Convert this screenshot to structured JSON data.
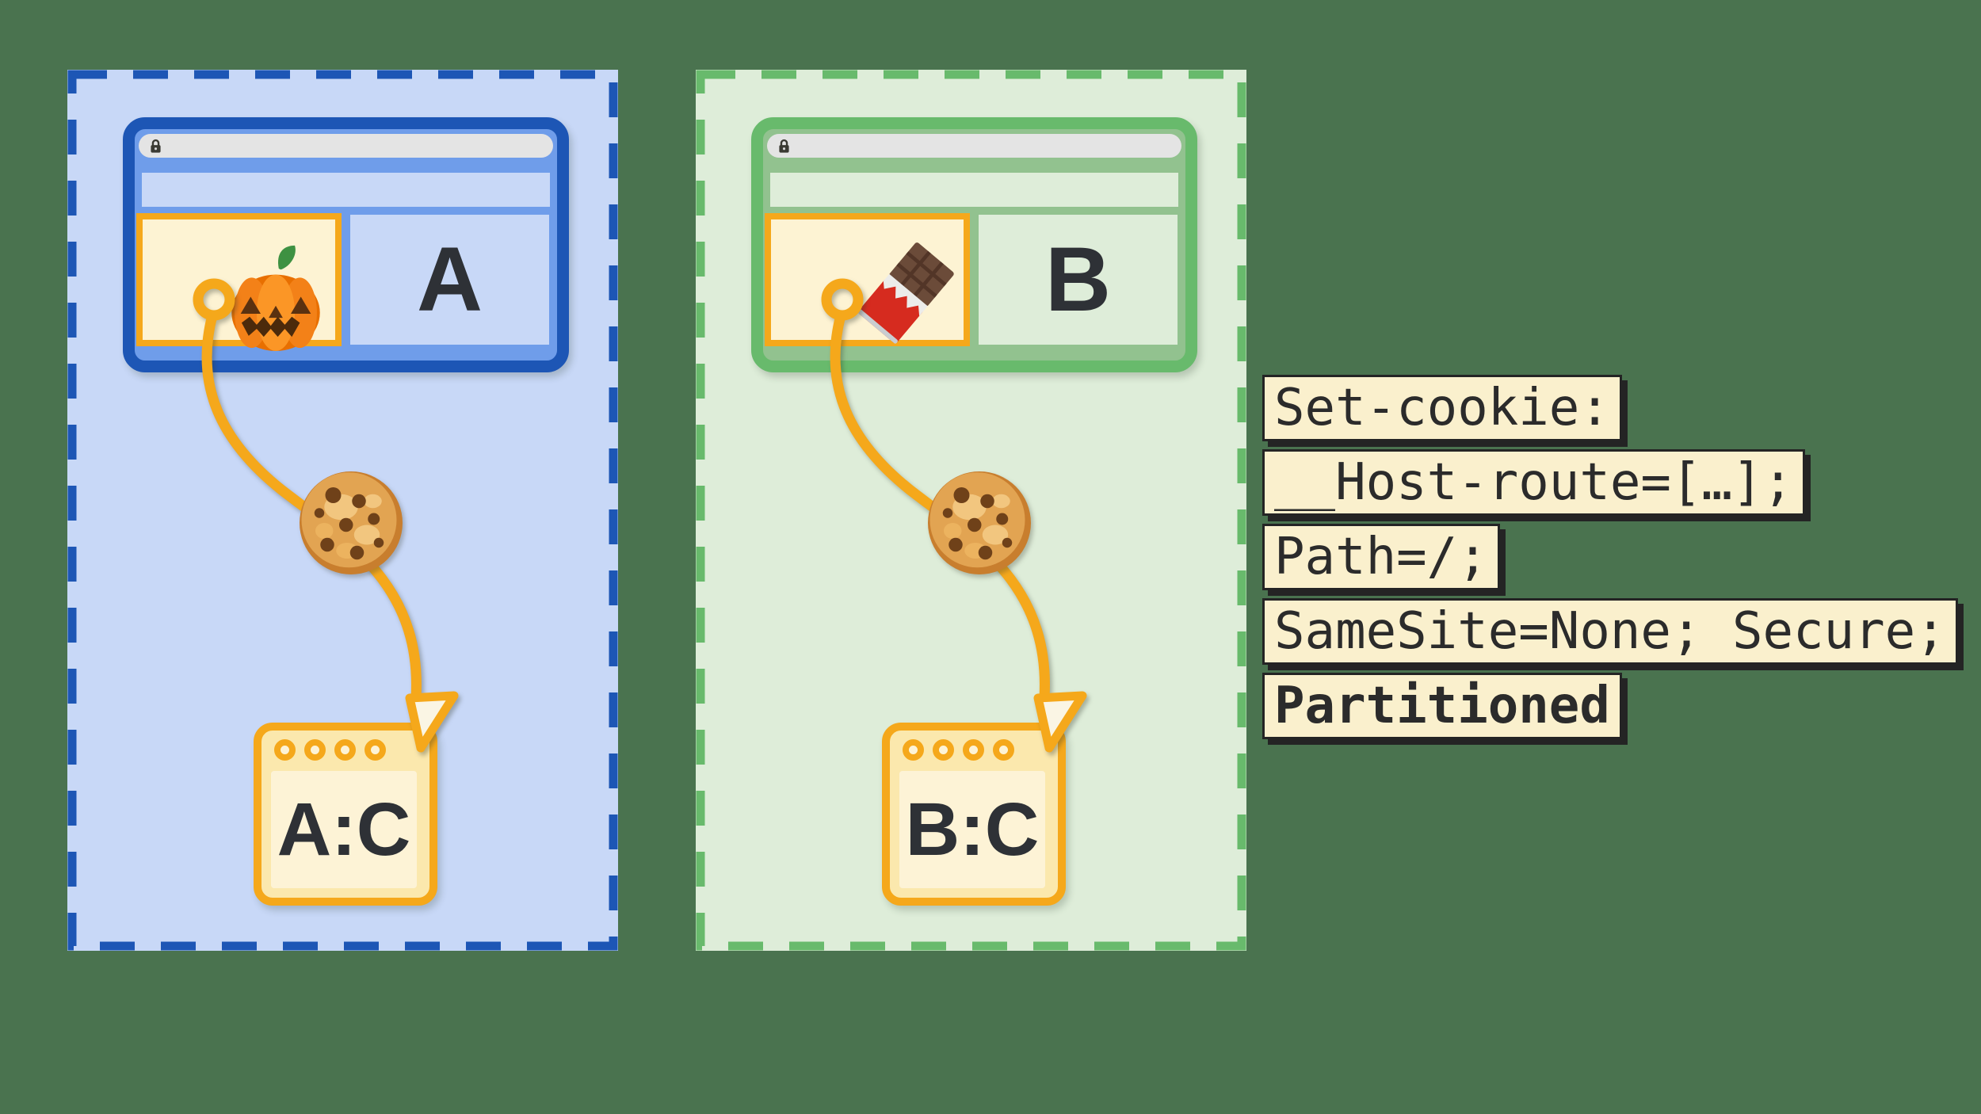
{
  "background_color": "#4A734F",
  "orange_accent": "#F5A81B",
  "partitions": [
    {
      "site_letter": "A",
      "storage_label": "A:C",
      "accent": "#1D56B5",
      "fill": "#C8D8F7",
      "window_fill": "#6F9DEA",
      "iframe_icon": "jack-o-lantern-icon",
      "cookie_icon": "cookie-icon",
      "url_bar_icon": "lock-icon"
    },
    {
      "site_letter": "B",
      "storage_label": "B:C",
      "accent": "#68BA6C",
      "fill": "#DEEDD9",
      "window_fill": "#92C28F",
      "iframe_icon": "chocolate-bar-icon",
      "cookie_icon": "cookie-icon",
      "url_bar_icon": "lock-icon"
    }
  ],
  "code_block": {
    "background": "#FAF0CD",
    "text_color": "#2B2B2B",
    "lines": [
      {
        "text": "Set-cookie:",
        "bold": false
      },
      {
        "text": "__Host-route=[…];",
        "bold": false
      },
      {
        "text": "Path=/;",
        "bold": false
      },
      {
        "text": "SameSite=None; Secure;",
        "bold": false
      },
      {
        "text": "Partitioned",
        "bold": true
      }
    ]
  }
}
